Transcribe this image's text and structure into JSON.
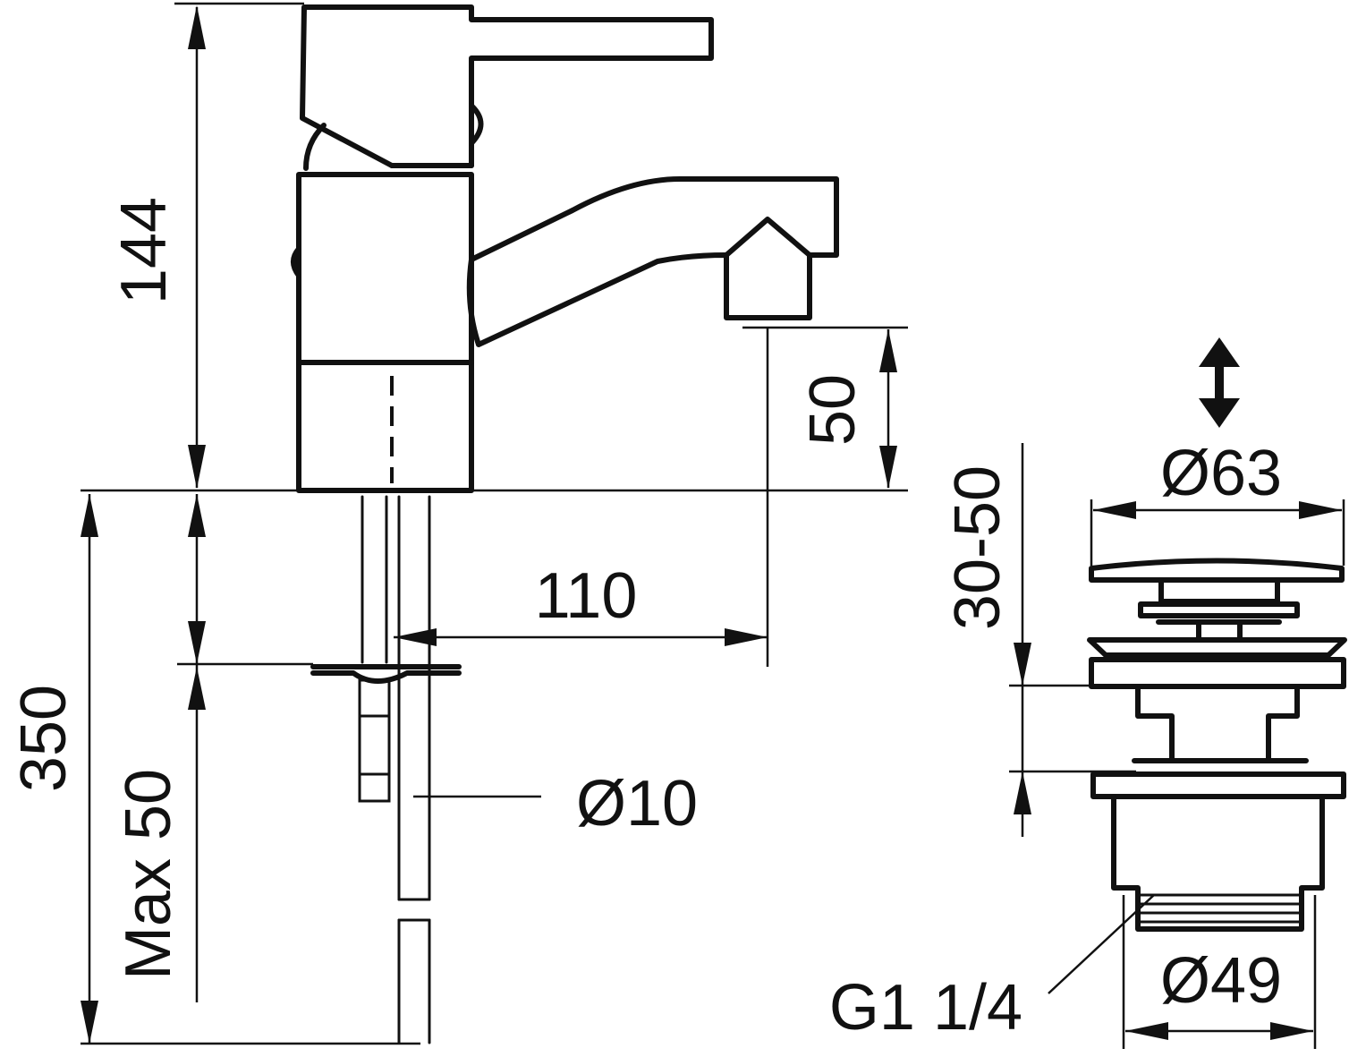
{
  "drawing": {
    "dimensions": {
      "height_total": "144",
      "spout_clearance": "50",
      "spout_reach": "110",
      "hose_length": "350",
      "max_thickness": "Max 50",
      "hose_diameter": "Ø10",
      "waste_travel": "30-50",
      "waste_cap_diameter": "Ø63",
      "waste_body_diameter": "Ø49",
      "waste_thread": "G1 1/4"
    },
    "icons": {
      "updown": "double-arrow-vertical-icon"
    }
  }
}
